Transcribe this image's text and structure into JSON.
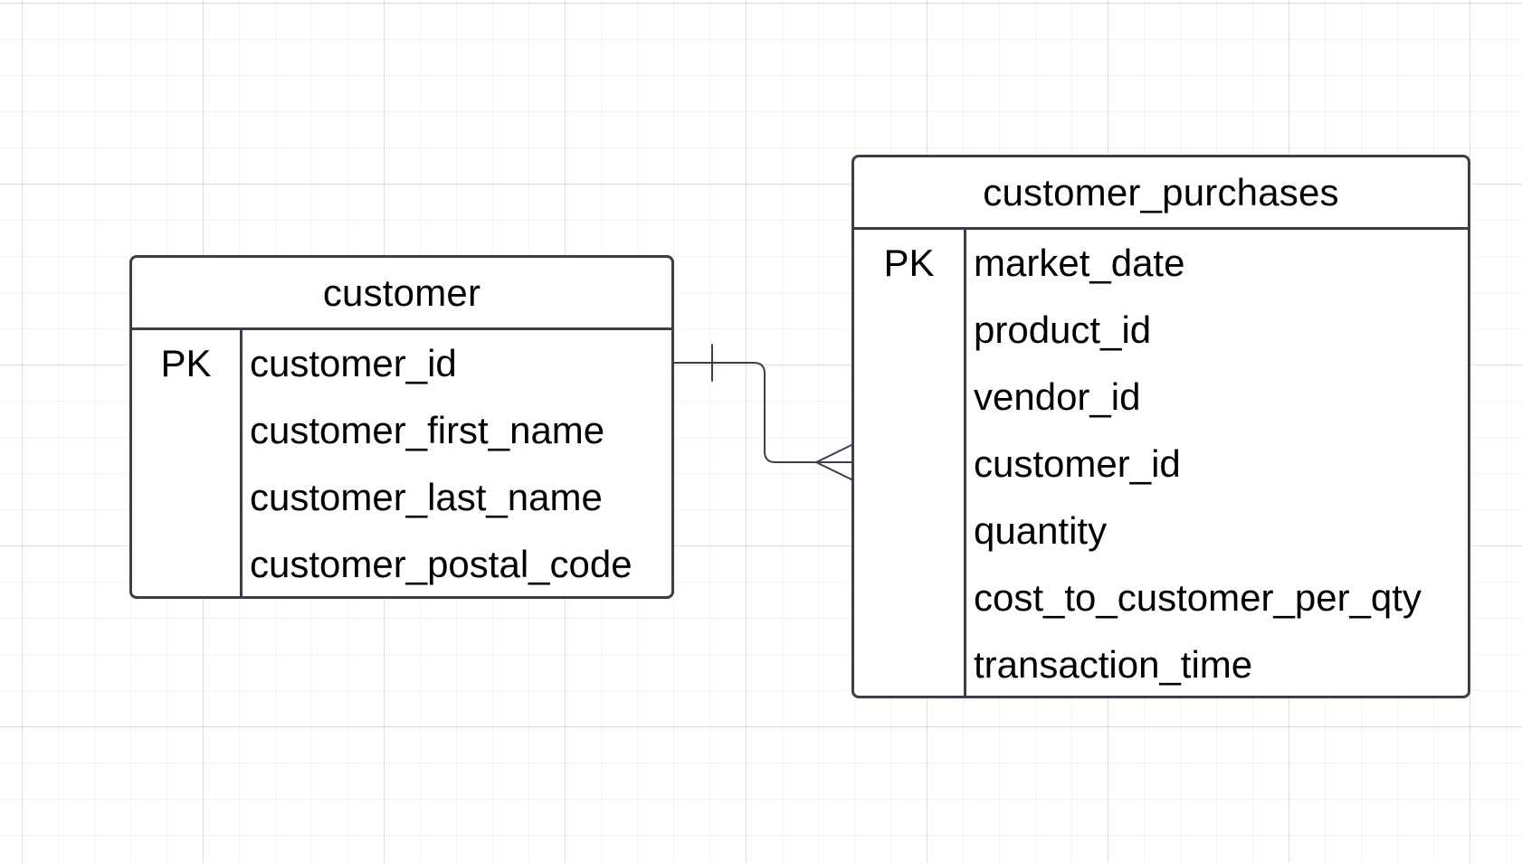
{
  "diagram": {
    "type": "entity-relationship",
    "colors": {
      "stroke": "#3b3f4a",
      "connector": "#3b3f4a",
      "background": "#ffffff",
      "grid": "#e6e6e6"
    },
    "entities": [
      {
        "id": "customer",
        "name": "customer",
        "key_label": "PK",
        "fields": [
          {
            "name": "customer_id",
            "primary_key": true
          },
          {
            "name": "customer_first_name",
            "primary_key": false
          },
          {
            "name": "customer_last_name",
            "primary_key": false
          },
          {
            "name": "customer_postal_code",
            "primary_key": false
          }
        ]
      },
      {
        "id": "customer_purchases",
        "name": "customer_purchases",
        "key_label": "PK",
        "fields": [
          {
            "name": "market_date",
            "primary_key": true
          },
          {
            "name": "product_id",
            "primary_key": false
          },
          {
            "name": "vendor_id",
            "primary_key": false
          },
          {
            "name": "customer_id",
            "primary_key": false
          },
          {
            "name": "quantity",
            "primary_key": false
          },
          {
            "name": "cost_to_customer_per_qty",
            "primary_key": false
          },
          {
            "name": "transaction_time",
            "primary_key": false
          }
        ]
      }
    ],
    "relationships": [
      {
        "from_entity": "customer",
        "from_field": "customer_id",
        "from_cardinality": "one",
        "to_entity": "customer_purchases",
        "to_field": "customer_id",
        "to_cardinality": "many"
      }
    ]
  }
}
